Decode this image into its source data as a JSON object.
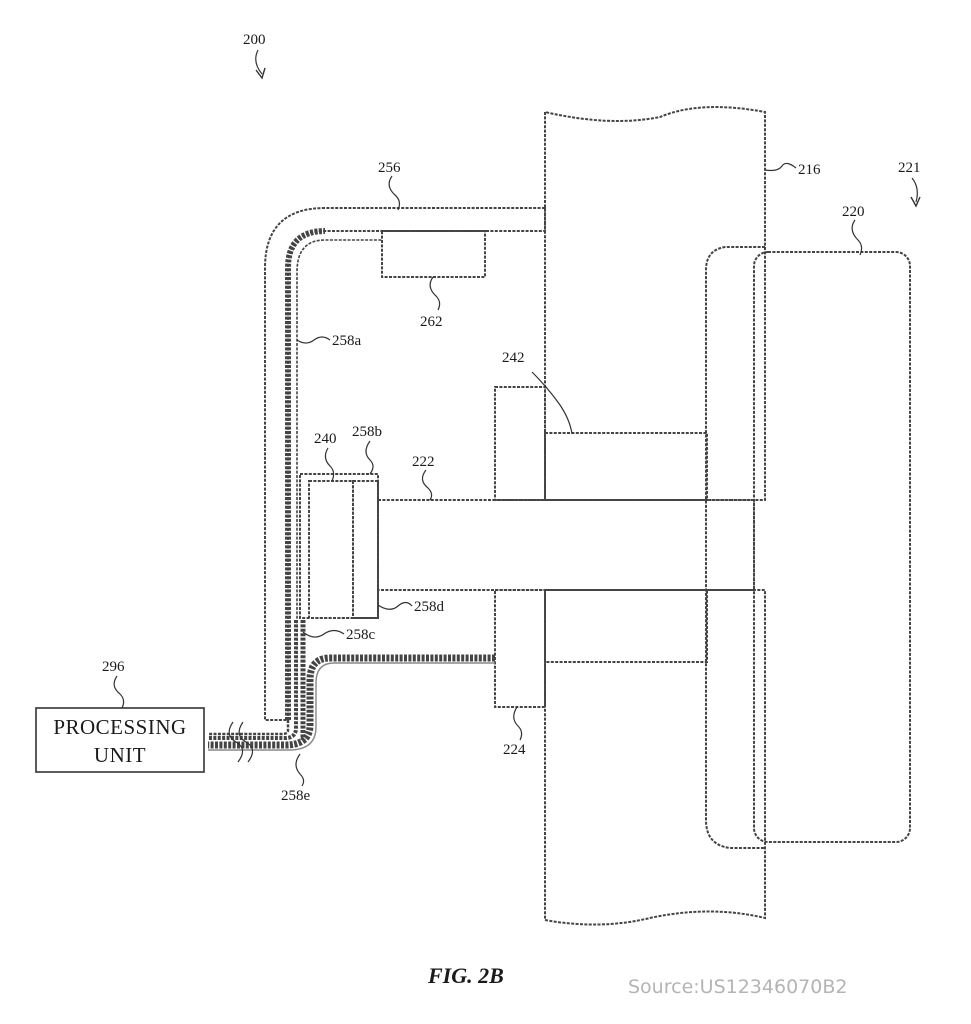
{
  "figure_title": "FIG. 2B",
  "source": "Source:US12346070B2",
  "box": {
    "line1": "PROCESSING",
    "line2": "UNIT"
  },
  "labels": {
    "l200": "200",
    "l221": "221",
    "l216": "216",
    "l220": "220",
    "l256": "256",
    "l262": "262",
    "l258a": "258a",
    "l242": "242",
    "l240": "240",
    "l258b": "258b",
    "l222": "222",
    "l258d": "258d",
    "l258c": "258c",
    "l296": "296",
    "l224": "224",
    "l258e": "258e"
  }
}
